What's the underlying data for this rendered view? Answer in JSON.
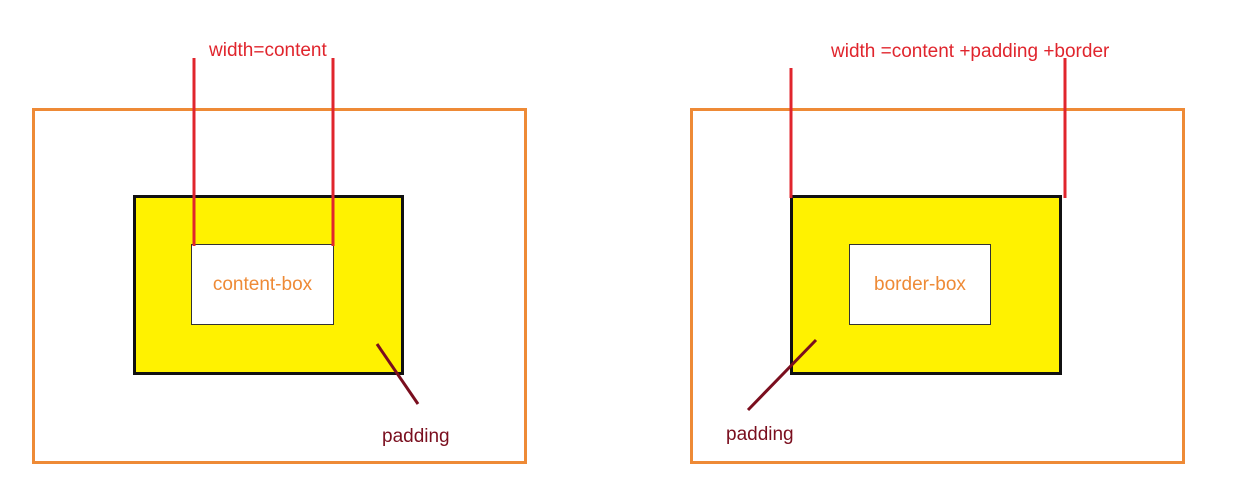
{
  "colors": {
    "outer_border": "#ee8a36",
    "padding_fill": "#fff200",
    "padding_border": "#111111",
    "width_lines": "#e0252d",
    "pointer_lines": "#7a0e1e",
    "content_text": "#ee8a36"
  },
  "left": {
    "width_label": "width=content",
    "content_label": "content-box",
    "padding_label": "padding"
  },
  "right": {
    "width_label": "width =content +padding +border",
    "content_label": "border-box",
    "padding_label": "padding"
  }
}
